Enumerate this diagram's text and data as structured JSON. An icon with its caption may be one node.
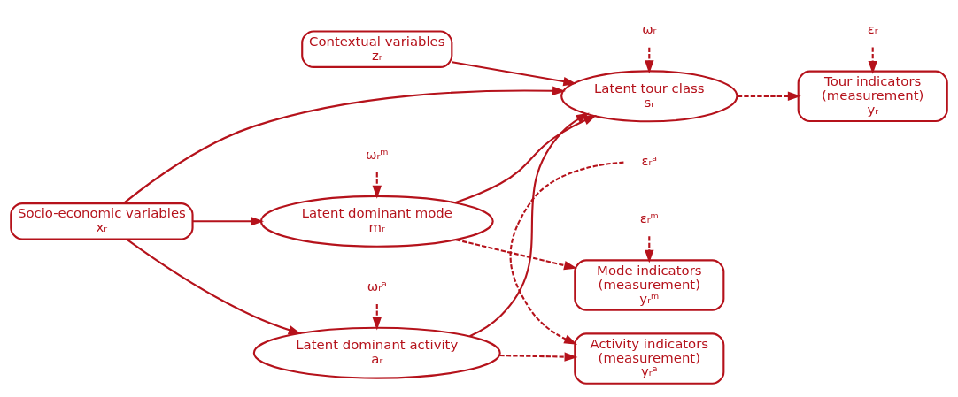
{
  "diagram": {
    "nodes": [
      {
        "text": [
          "Contextual variables",
          "zᵣ"
        ]
      },
      {
        "text": [
          "Latent tour class",
          "sᵣ"
        ]
      },
      {
        "text": [
          "Tour indicators",
          "(measurement)",
          "yᵣ"
        ]
      },
      {
        "text": [
          "Socio-economic variables",
          "xᵣ"
        ]
      },
      {
        "text": [
          "Latent dominant mode",
          "mᵣ"
        ]
      },
      {
        "text": [
          "Mode indicators",
          "(measurement)",
          "yᵣᵐ"
        ]
      },
      {
        "text": [
          "Latent dominant activity",
          "aᵣ"
        ]
      },
      {
        "text": [
          "Activity indicators",
          "(measurement)",
          "yᵣᵃ"
        ]
      },
      {
        "text": [
          "ωᵣ"
        ]
      },
      {
        "text": [
          "εᵣ"
        ]
      },
      {
        "text": [
          "ωᵣᵐ"
        ]
      },
      {
        "text": [
          "εᵣᵐ"
        ]
      },
      {
        "text": [
          "ωᵣᵃ"
        ]
      },
      {
        "text": [
          "εᵣᵃ"
        ]
      }
    ],
    "edges": [
      {
        "from": 0,
        "to": 1,
        "arrow": "to"
      },
      {
        "from": 3,
        "to": 1,
        "arrow": "to"
      },
      {
        "from": 3,
        "to": 4,
        "arrow": "to"
      },
      {
        "from": 3,
        "to": 6,
        "arrow": "to"
      },
      {
        "from": 4,
        "to": 1,
        "arrow": "to"
      },
      {
        "from": 6,
        "to": 1,
        "arrow": "to"
      },
      {
        "from": 1,
        "to": 2,
        "arrow": "to",
        "style": "dashed"
      },
      {
        "from": 4,
        "to": 5,
        "arrow": "to",
        "style": "dashed"
      },
      {
        "from": 6,
        "to": 7,
        "arrow": "to",
        "style": "dashed"
      },
      {
        "from": 8,
        "to": 1,
        "arrow": "to",
        "style": "dashed"
      },
      {
        "from": 9,
        "to": 2,
        "arrow": "to",
        "style": "dashed"
      },
      {
        "from": 10,
        "to": 4,
        "arrow": "to",
        "style": "dashed"
      },
      {
        "from": 11,
        "to": 5,
        "arrow": "to",
        "style": "dashed"
      },
      {
        "from": 12,
        "to": 6,
        "arrow": "to",
        "style": "dashed"
      },
      {
        "from": 13,
        "to": 7,
        "arrow": "to",
        "style": "dashed"
      }
    ]
  }
}
